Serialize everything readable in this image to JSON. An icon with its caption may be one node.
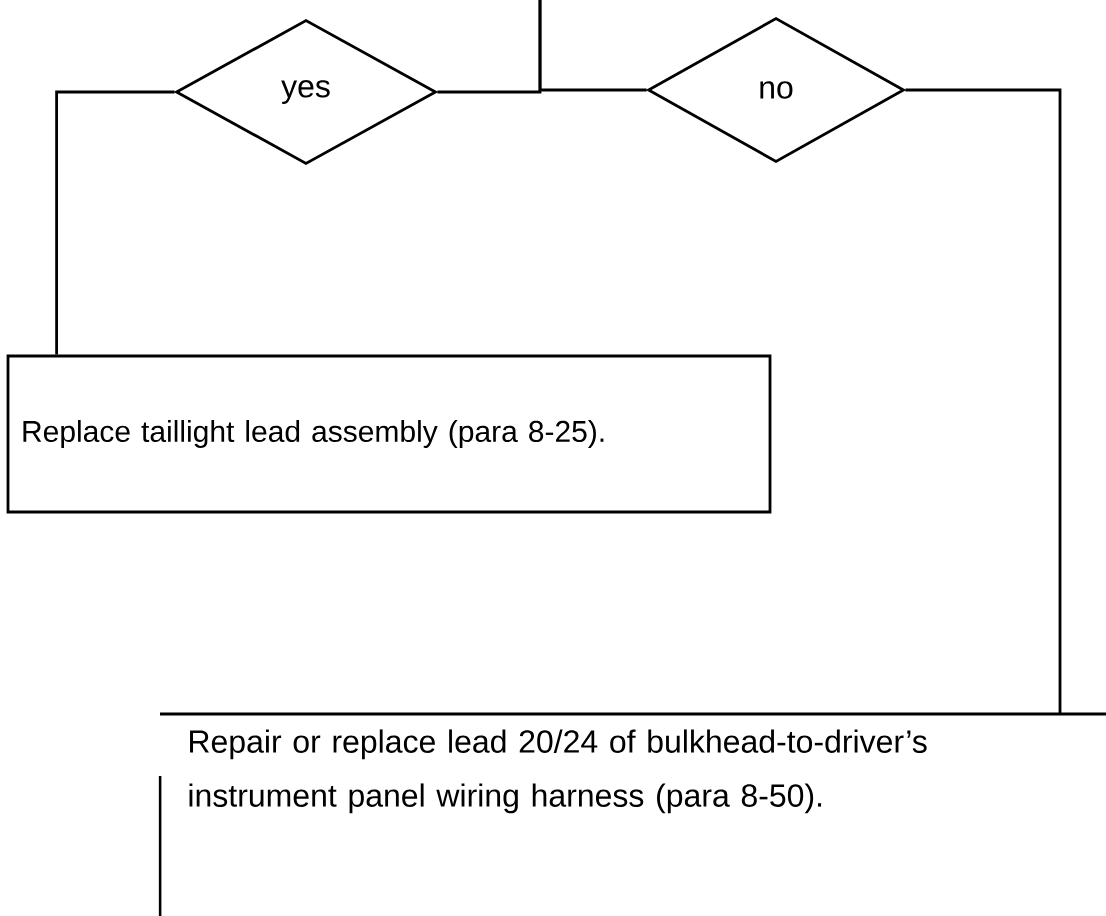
{
  "diagram": {
    "nodes": [
      {
        "text": [
          "yes"
        ]
      },
      {
        "text": [
          "no"
        ]
      },
      {
        "text": [
          "Replace taillight lead assembly (para 8-25)."
        ]
      },
      {
        "text": [
          "Repair or replace lead 20/24 of bulkhead-to-driver’s instrument panel wiring harness (para 8-50)."
        ]
      }
    ],
    "edges": [
      {
        "from": null,
        "to": 0,
        "arrow": "none"
      },
      {
        "from": null,
        "to": 1,
        "arrow": "none"
      },
      {
        "from": 0,
        "to": 2,
        "arrow": "none"
      },
      {
        "from": 1,
        "to": 3,
        "arrow": "none"
      }
    ]
  }
}
